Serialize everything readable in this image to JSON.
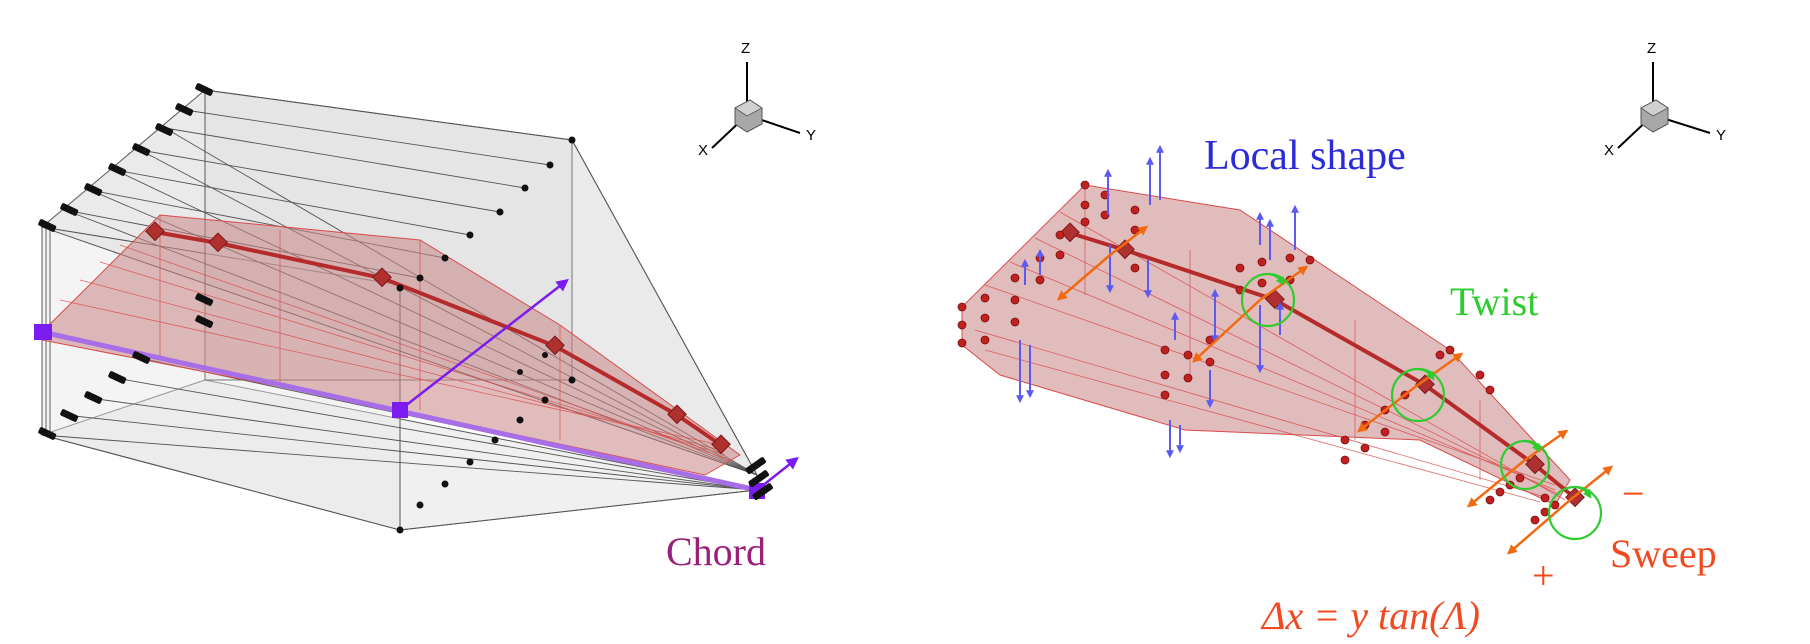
{
  "left_panel": {
    "axes": {
      "z": "Z",
      "y": "Y",
      "x": "X"
    },
    "chord_label": "Chord"
  },
  "right_panel": {
    "axes": {
      "z": "Z",
      "y": "Y",
      "x": "X"
    },
    "local_shape_label": "Local shape",
    "twist_label": "Twist",
    "sweep_label": "Sweep",
    "minus_sign": "−",
    "plus_sign": "+",
    "sweep_equation": "Δx = y tan(Λ)"
  },
  "colors": {
    "wing_fill": "#c98585",
    "wing_edge": "#d94a4a",
    "spine": "#b52a2a",
    "chord": "#a86ee8",
    "chord_arrow": "#7a1cf0",
    "chord_label": "#9b1f7a",
    "local_shape": "#2b2bd9",
    "local_arrow": "#5b5bf2",
    "twist": "#2ecc2e",
    "sweep": "#f24a20",
    "sweep_arrow": "#f26a10"
  }
}
